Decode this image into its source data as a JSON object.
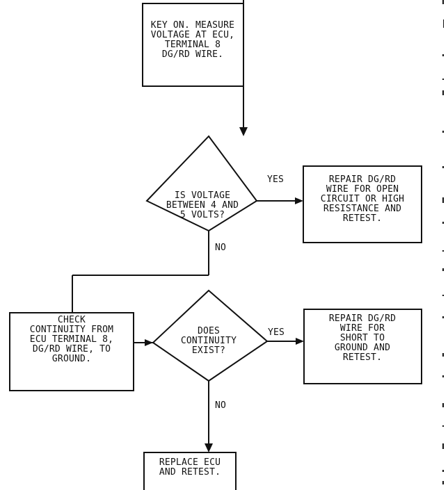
{
  "diagram": {
    "top_box": {
      "lines": [
        "KEY ON. MEASURE",
        "VOLTAGE AT ECU,",
        "TERMINAL 8",
        "DG/RD WIRE."
      ]
    },
    "voltage_check": {
      "lines": [
        "IS VOLTAGE",
        "BETWEEN 4 AND",
        "5 VOLTS?"
      ],
      "yes_label": "YES",
      "no_label": "NO"
    },
    "repair_open_circuit": {
      "lines": [
        "REPAIR DG/RD",
        "WIRE FOR OPEN",
        "CIRCUIT OR HIGH",
        "RESISTANCE AND",
        "RETEST."
      ]
    },
    "check_continuity": {
      "lines": [
        "CHECK",
        "CONTINUITY FROM",
        "ECU TERMINAL 8,",
        "DG/RD WIRE, TO",
        "GROUND."
      ]
    },
    "continuity_check": {
      "lines": [
        "DOES",
        "CONTINUITY",
        "EXIST?"
      ],
      "yes_label": "YES",
      "no_label": "NO"
    },
    "repair_short": {
      "lines": [
        "REPAIR DG/RD",
        "WIRE FOR",
        "SHORT TO",
        "GROUND AND",
        "RETEST."
      ]
    },
    "replace_ecu": {
      "lines": [
        "REPLACE ECU",
        "AND RETEST."
      ]
    }
  }
}
